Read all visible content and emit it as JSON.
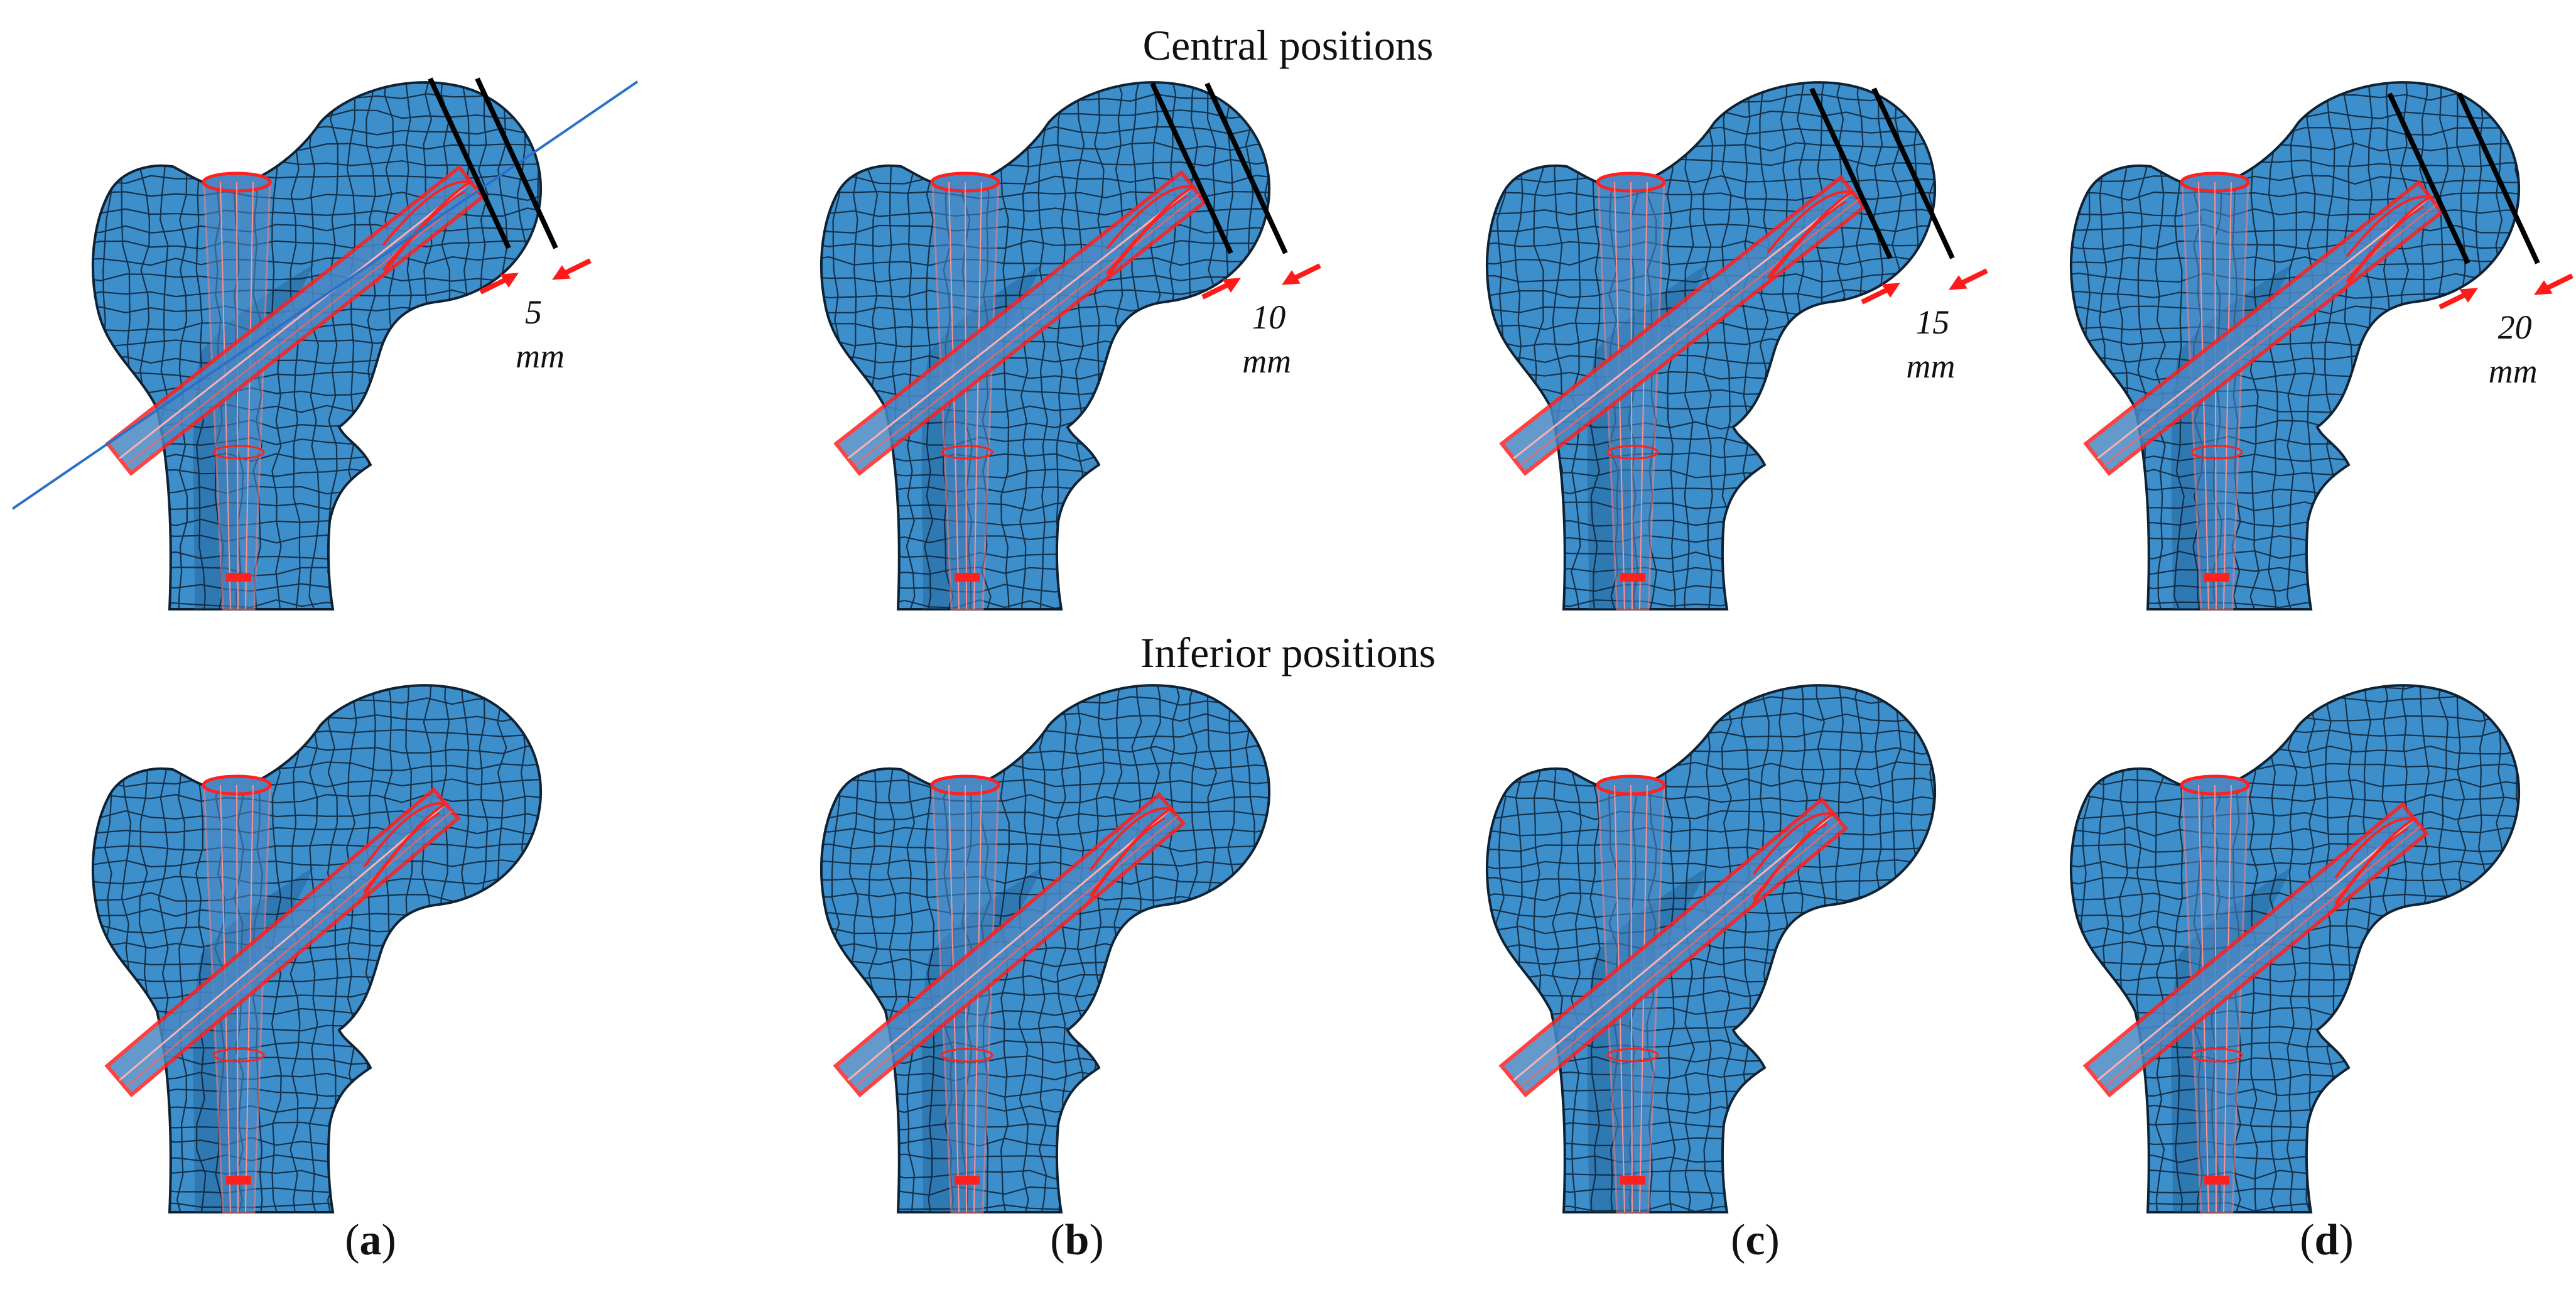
{
  "rows": {
    "central": {
      "title": "Central positions"
    },
    "inferior": {
      "title": "Inferior positions"
    }
  },
  "panels": [
    {
      "id": "a",
      "distance": "5",
      "unit": "mm"
    },
    {
      "id": "b",
      "distance": "10",
      "unit": "mm"
    },
    {
      "id": "c",
      "distance": "15",
      "unit": "mm"
    },
    {
      "id": "d",
      "distance": "20",
      "unit": "mm"
    }
  ],
  "captions": [
    {
      "open": "(",
      "letter": "a",
      "close": ")"
    },
    {
      "open": "(",
      "letter": "b",
      "close": ")"
    },
    {
      "open": "(",
      "letter": "c",
      "close": ")"
    },
    {
      "open": "(",
      "letter": "d",
      "close": ")"
    }
  ],
  "colors": {
    "bone": "#3d8fcc",
    "bone_dark": "#1f5f94",
    "mesh": "#0e2233",
    "implant_fill": "#4a88c4",
    "implant_edge": "#ff2020",
    "axis_line": "#2a6fc9",
    "plane": "#000000",
    "arrow": "#ff1a1a"
  }
}
